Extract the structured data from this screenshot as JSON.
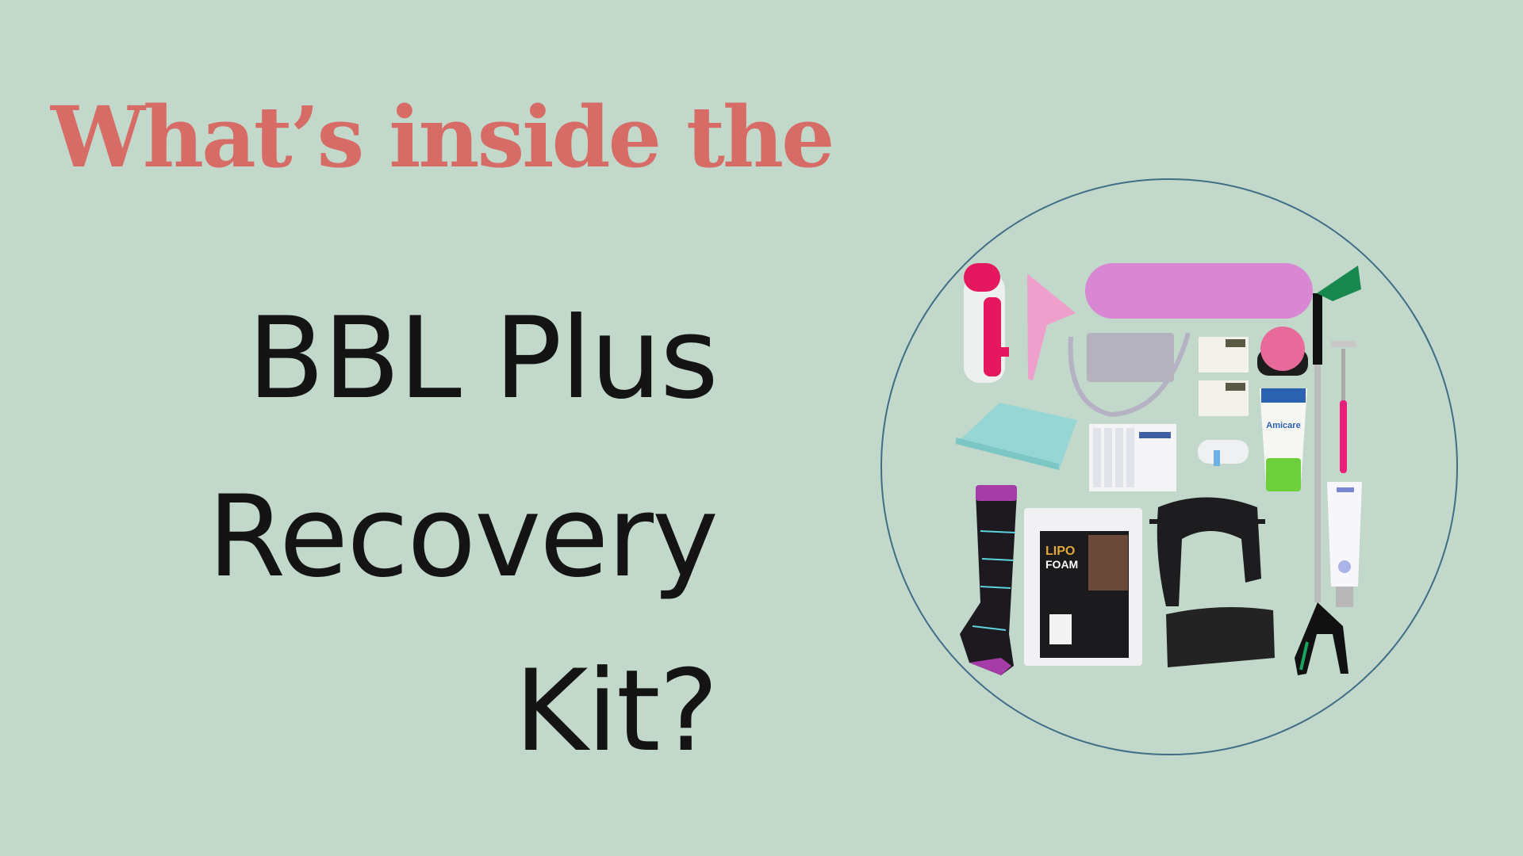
{
  "heading": "What’s inside the",
  "product_lines": [
    "BBL Plus",
    "Recovery",
    "Kit?"
  ],
  "kit_image": {
    "labels": {
      "foam": [
        "LIPO",
        "FOAM"
      ],
      "cream": "Amicare"
    }
  },
  "colors": {
    "background": "#c2d8ca",
    "heading": "#d76c66",
    "text": "#141414",
    "circle": "#3f6e86"
  }
}
